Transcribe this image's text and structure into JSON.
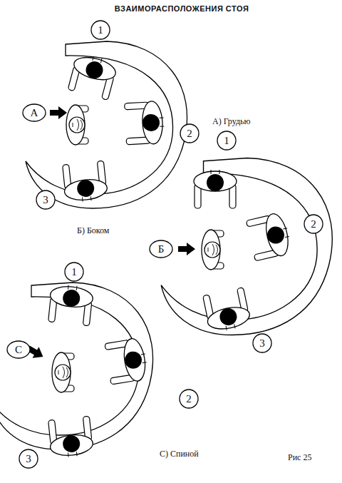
{
  "diagram": {
    "title": "ВЗАИМОРАСПОЛОЖЕНИЯ СТОЯ",
    "caption": "Рис 25",
    "nodes": [
      {
        "text": [
          "1"
        ]
      },
      {
        "text": [
          "А"
        ]
      },
      {
        "text": [
          "2"
        ]
      },
      {
        "text": [
          "3"
        ]
      },
      {
        "text": [
          "1"
        ]
      },
      {
        "text": [
          "2"
        ]
      },
      {
        "text": [
          "Б"
        ]
      },
      {
        "text": [
          "3"
        ]
      },
      {
        "text": [
          "1"
        ]
      },
      {
        "text": [
          "С"
        ]
      },
      {
        "text": [
          "2"
        ]
      },
      {
        "text": [
          "3"
        ]
      }
    ],
    "labels": [
      "А) Грудью",
      "Б) Боком",
      "С) Спиной"
    ]
  }
}
